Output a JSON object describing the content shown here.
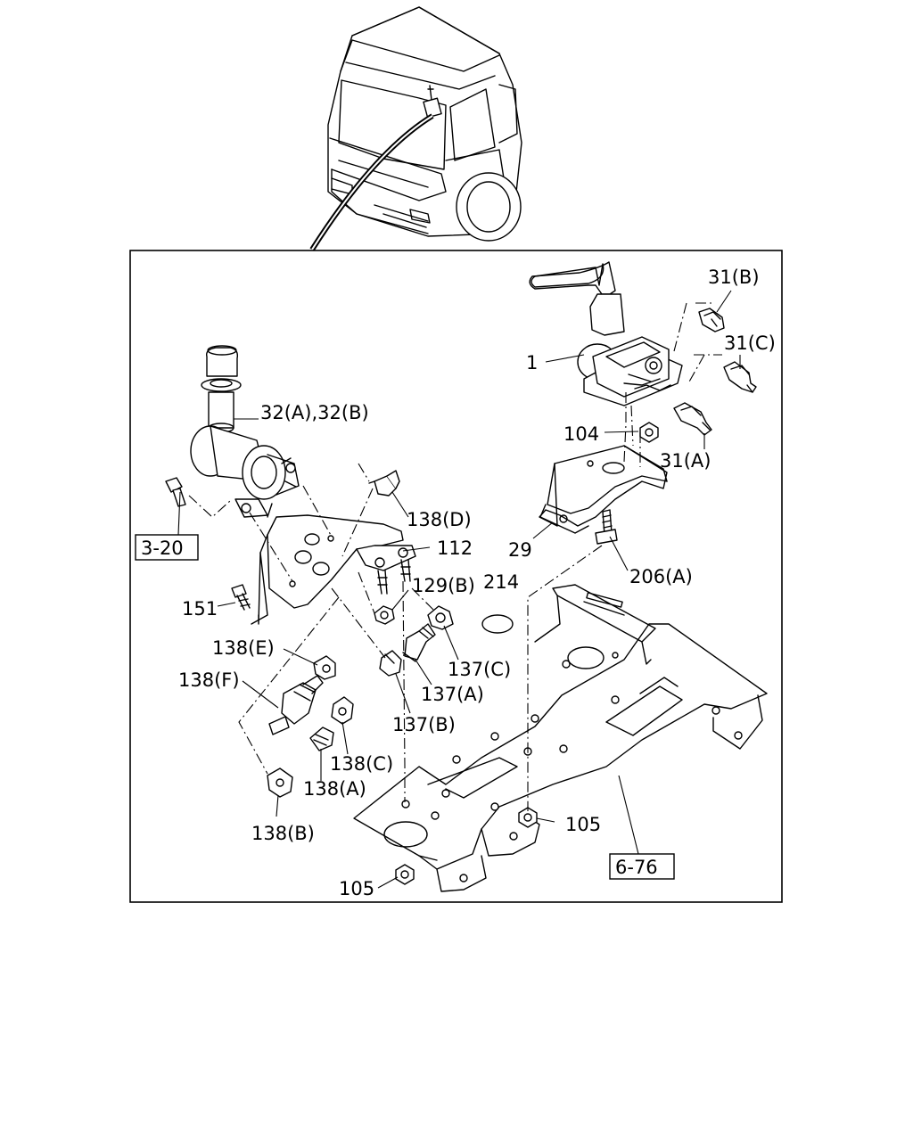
{
  "labels": {
    "p1": "1",
    "p31b": "31(B)",
    "p31c": "31(C)",
    "p31a": "31(A)",
    "p104": "104",
    "p32": "32(A),32(B)",
    "p138d": "138(D)",
    "p112": "112",
    "p29": "29",
    "p206a": "206(A)",
    "p129b": "129(B)",
    "p214": "214",
    "p151": "151",
    "p138e": "138(E)",
    "p138f": "138(F)",
    "p137c": "137(C)",
    "p137a": "137(A)",
    "p137b": "137(B)",
    "p138c": "138(C)",
    "p138a": "138(A)",
    "p138b": "138(B)",
    "p105a": "105",
    "p105b": "105"
  },
  "refs": {
    "r320": "3-20",
    "r676": "6-76"
  }
}
